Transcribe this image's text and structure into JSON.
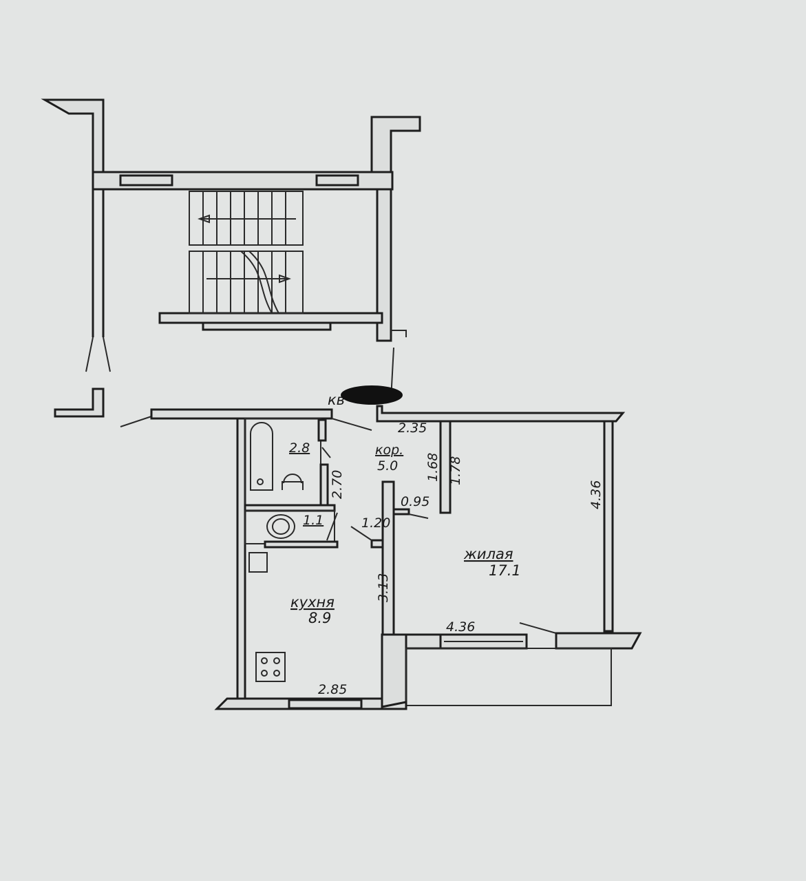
{
  "apartment_label": "кв",
  "rooms": {
    "corridor": {
      "name": "кор.",
      "area": "5.0"
    },
    "living": {
      "name": "жилая",
      "area": "17.1"
    },
    "kitchen": {
      "name": "кухня",
      "area": "8.9"
    },
    "bathroom": {
      "area": "2.8"
    },
    "toilet": {
      "area": "1.1"
    }
  },
  "dimensions": {
    "corridor_width": "2.35",
    "corridor_len_a": "1.68",
    "corridor_len_b": "1.78",
    "niche_width": "0.95",
    "bath_length": "2.70",
    "kitchen_door": "1.20",
    "kitchen_depth": "3.13",
    "kitchen_width": "2.85",
    "living_width": "4.36",
    "living_depth": "4.36"
  }
}
